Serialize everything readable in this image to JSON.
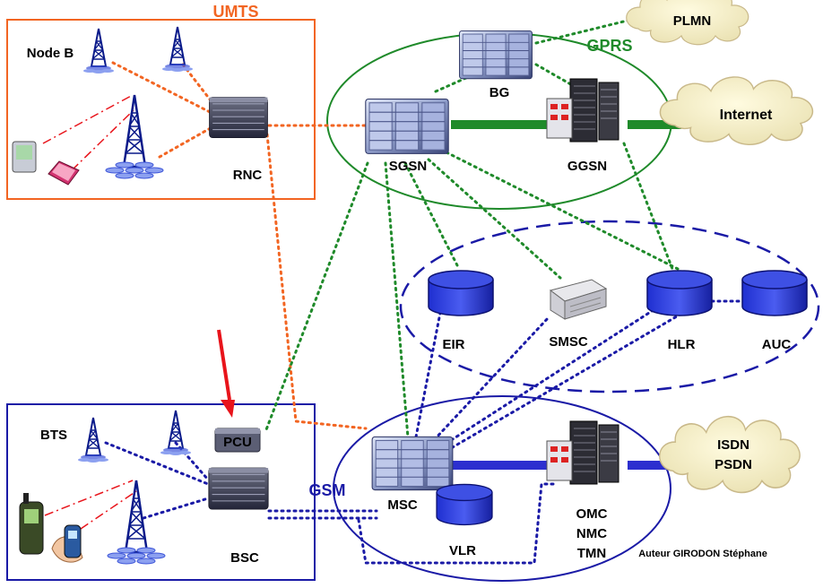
{
  "regions": {
    "umts": {
      "title": "UMTS",
      "color": "#f26522"
    },
    "gprs": {
      "title": "GPRS",
      "color": "#1f8a2a"
    },
    "gsm": {
      "title": "GSM",
      "color": "#1a1aa6"
    }
  },
  "nodes": {
    "node_b": "Node B",
    "rnc": "RNC",
    "sgsn": "SGSN",
    "bg": "BG",
    "ggsn": "GGSN",
    "plmn": "PLMN",
    "internet": "Internet",
    "eir": "EIR",
    "smsc": "SMSC",
    "hlr": "HLR",
    "auc": "AUC",
    "bts": "BTS",
    "pcu": "PCU",
    "bsc": "BSC",
    "msc": "MSC",
    "vlr": "VLR",
    "omc": "OMC",
    "nmc": "NMC",
    "tmn": "TMN",
    "isdn": "ISDN",
    "psdn": "PSDN"
  },
  "credit": "Auteur GIRODON Stéphane",
  "colors": {
    "orange_link": "#f26522",
    "green_link": "#1f8a2a",
    "blue_link": "#1a1aa6",
    "arrow": "#e8141b"
  }
}
